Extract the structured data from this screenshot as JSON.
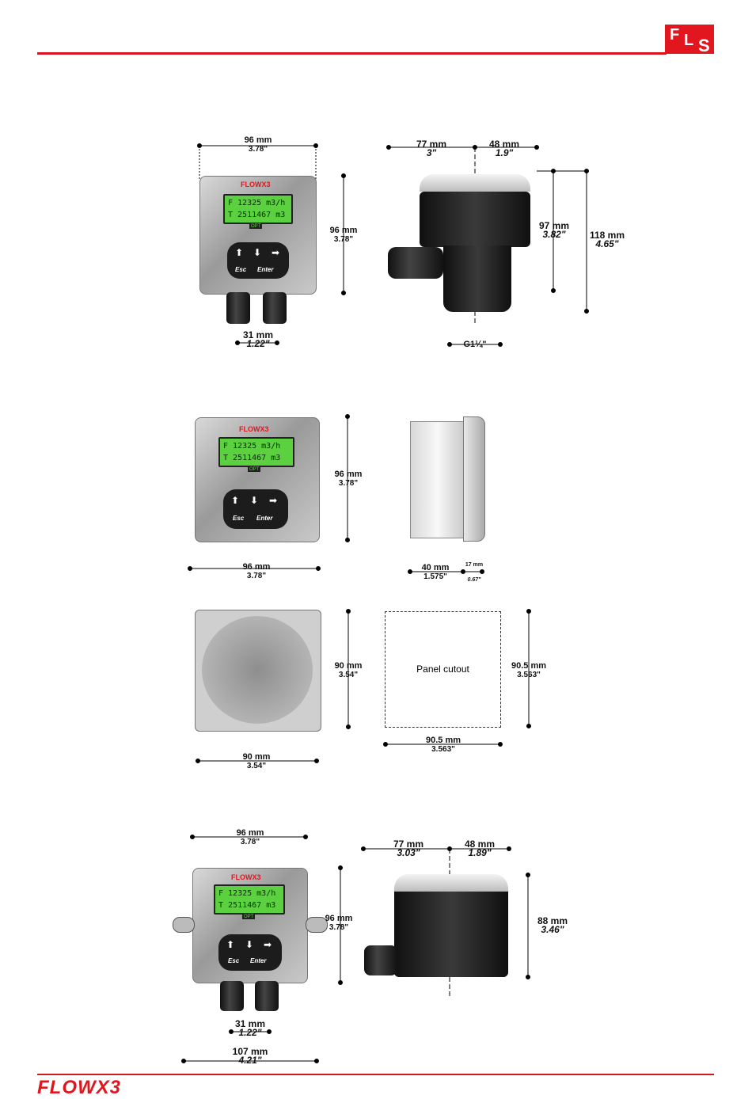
{
  "header": {
    "logo_letters": [
      "F",
      "L",
      "S"
    ],
    "brand_color": "#e2161f"
  },
  "diagram1": {
    "front_width": {
      "mm": "96 mm",
      "in": "3.78\""
    },
    "front_height": {
      "mm": "96 mm",
      "in": "3.78\""
    },
    "gland_spacing": {
      "mm": "31 mm",
      "in": "1.22\""
    },
    "side_back": {
      "mm": "77 mm",
      "in": "3\""
    },
    "side_front": {
      "mm": "48 mm",
      "in": "1.9\""
    },
    "side_body_height": {
      "mm": "97 mm",
      "in": "3.82\""
    },
    "side_total_height": {
      "mm": "118 mm",
      "in": "4.65\""
    },
    "thread": "G1¼\""
  },
  "diagram2": {
    "front_width": {
      "mm": "96 mm",
      "in": "3.78\""
    },
    "front_height": {
      "mm": "96 mm",
      "in": "3.78\""
    },
    "side_depth": {
      "mm": "40 mm",
      "in": "1.575\""
    },
    "side_bezel": {
      "mm": "17 mm",
      "in": "0.67\""
    }
  },
  "diagram3": {
    "back_width": {
      "mm": "90 mm",
      "in": "3.54\""
    },
    "back_height": {
      "mm": "90 mm",
      "in": "3.54\""
    },
    "cutout_label": "Panel cutout",
    "cutout_width": {
      "mm": "90.5 mm",
      "in": "3.563\""
    },
    "cutout_height": {
      "mm": "90.5 mm",
      "in": "3.563\""
    }
  },
  "diagram4": {
    "front_width": {
      "mm": "96 mm",
      "in": "3.78\""
    },
    "front_height": {
      "mm": "96 mm",
      "in": "3.78\""
    },
    "gland_spacing": {
      "mm": "31 mm",
      "in": "1.22\""
    },
    "total_width": {
      "mm": "107 mm",
      "in": "4.21\""
    },
    "side_back": {
      "mm": "77 mm",
      "in": "3.03\""
    },
    "side_front": {
      "mm": "48 mm",
      "in": "1.89\""
    },
    "side_height": {
      "mm": "88 mm",
      "in": "3.46\""
    }
  },
  "device": {
    "brand": "FLOWX3",
    "lcd_line1": "F  12325  m3/h",
    "lcd_line2": "T 2511467 m3",
    "lcd_tag": "OPT",
    "key_esc": "Esc",
    "key_enter": "Enter"
  },
  "footer": {
    "brand": "FLOWX3"
  }
}
